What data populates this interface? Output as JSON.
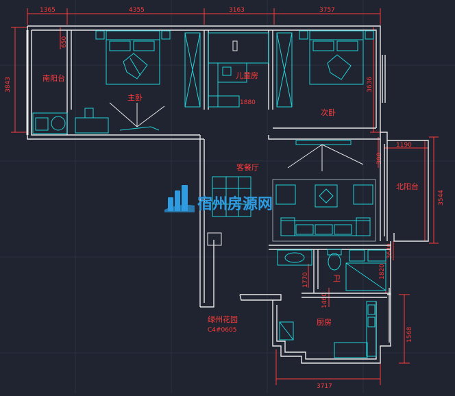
{
  "labels": {
    "south_balcony": "南阳台",
    "master_bedroom": "主卧",
    "kids_room": "儿童房",
    "second_bedroom": "次卧",
    "living_dining": "客餐厅",
    "north_balcony": "北阳台",
    "bathroom": "卫",
    "kitchen": "厨房",
    "community": "绿州花园",
    "community_code": "C4#0605",
    "door_height": "1880"
  },
  "dimensions": {
    "top_1": "1365",
    "top_2": "4355",
    "top_3": "3163",
    "top_4": "3757",
    "left_total": "3843",
    "left_small": "650",
    "right_bedroom": "3636",
    "right_step": "300",
    "north_balcony_w": "1190",
    "north_balcony_h": "3544",
    "right_lower": "3640",
    "bath_1": "1770",
    "bath_2": "1820",
    "bath_3": "1460",
    "kitchen_h": "1568",
    "bottom": "3717"
  },
  "watermark": {
    "text": "宿州房源网",
    "icon": "building-logo-icon",
    "color": "#2f9be0"
  },
  "colors": {
    "background": "#1f2430",
    "wall": "#e8e8e8",
    "furniture": "#22d3d9",
    "dimension": "#ff3b3b"
  }
}
